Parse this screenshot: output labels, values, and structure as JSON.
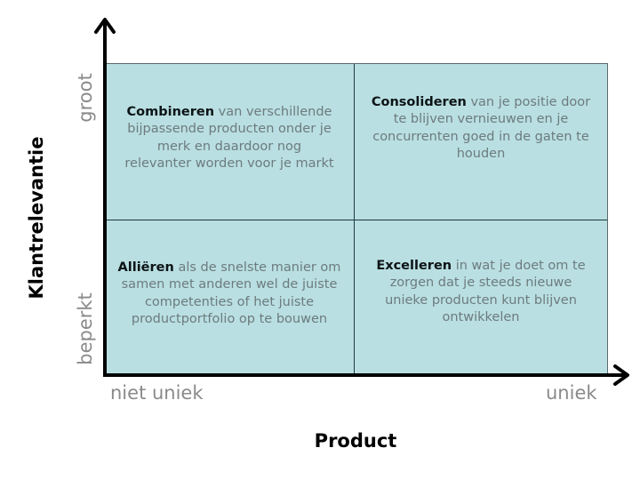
{
  "diagram": {
    "type": "2x2 matrix",
    "y_axis": {
      "label": "Klantrelevantie",
      "high": "groot",
      "low": "beperkt"
    },
    "x_axis": {
      "label": "Product",
      "low": "niet uniek",
      "high": "uniek"
    },
    "quadrants": {
      "top_left": {
        "keyword": "Combineren",
        "text": "van verschillende bijpassende producten onder je merk en daardoor nog relevanter worden voor je markt"
      },
      "top_right": {
        "keyword": "Consolideren",
        "text": "van je positie door te blijven vernieuwen en je concurrenten goed in de gaten te houden"
      },
      "bottom_left": {
        "keyword": "Alliëren",
        "text": "als de snelste manier om samen met anderen wel de juiste competenties of het juiste productportfolio op te bouwen"
      },
      "bottom_right": {
        "keyword": "Excelleren",
        "text": "in wat je doet om te zorgen dat je steeds nieuwe unieke producten kunt blijven ontwikkelen"
      }
    },
    "colors": {
      "quadrant_fill": "#b9dfe2",
      "keyword": "#0d1416",
      "body_text": "#6d7b7e",
      "tick_text": "#8a8a8a",
      "axis": "#000000"
    }
  }
}
